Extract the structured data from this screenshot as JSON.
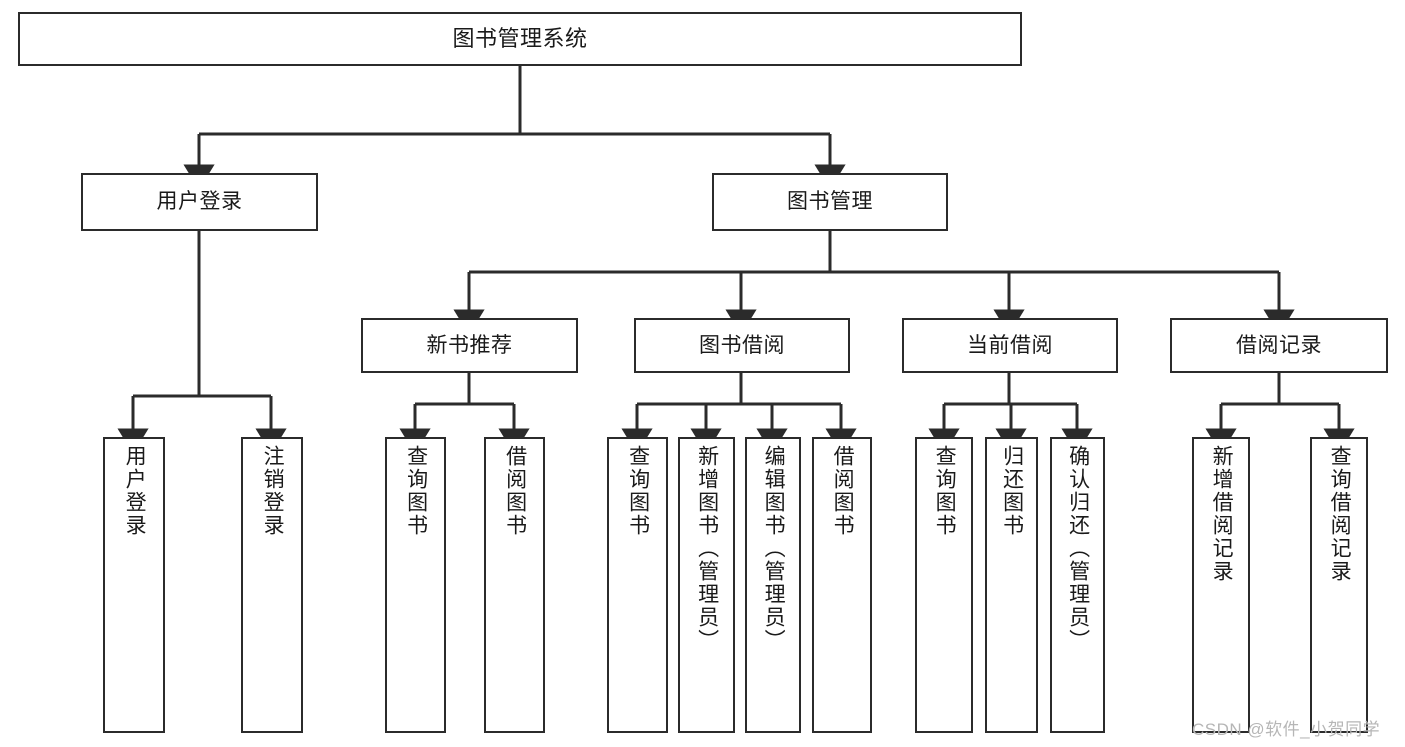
{
  "diagram": {
    "title": "图书管理系统",
    "type": "tree-hierarchy",
    "orientation": "top-down",
    "box_fill": "#ffffff",
    "box_stroke": "#2b2b2b",
    "text_color": "#1a1a1a"
  },
  "nodes": {
    "root": {
      "label": "图书管理系统"
    },
    "level1": [
      {
        "label": "用户登录"
      },
      {
        "label": "图书管理"
      }
    ],
    "level2": [
      {
        "label": "新书推荐"
      },
      {
        "label": "图书借阅"
      },
      {
        "label": "当前借阅"
      },
      {
        "label": "借阅记录"
      }
    ],
    "leaves_user_login": [
      {
        "label": "用户登录"
      },
      {
        "label": "注销登录"
      }
    ],
    "leaves_new_book": [
      {
        "label": "查询图书"
      },
      {
        "label": "借阅图书"
      }
    ],
    "leaves_borrow": [
      {
        "label": "查询图书"
      },
      {
        "label": "新增图书（管理员）"
      },
      {
        "label": "编辑图书（管理员）"
      },
      {
        "label": "借阅图书"
      }
    ],
    "leaves_current": [
      {
        "label": "查询图书"
      },
      {
        "label": "归还图书"
      },
      {
        "label": "确认归还（管理员）"
      }
    ],
    "leaves_records": [
      {
        "label": "新增借阅记录"
      },
      {
        "label": "查询借阅记录"
      }
    ]
  },
  "watermark": {
    "text": "CSDN @软件_小贺同学"
  }
}
